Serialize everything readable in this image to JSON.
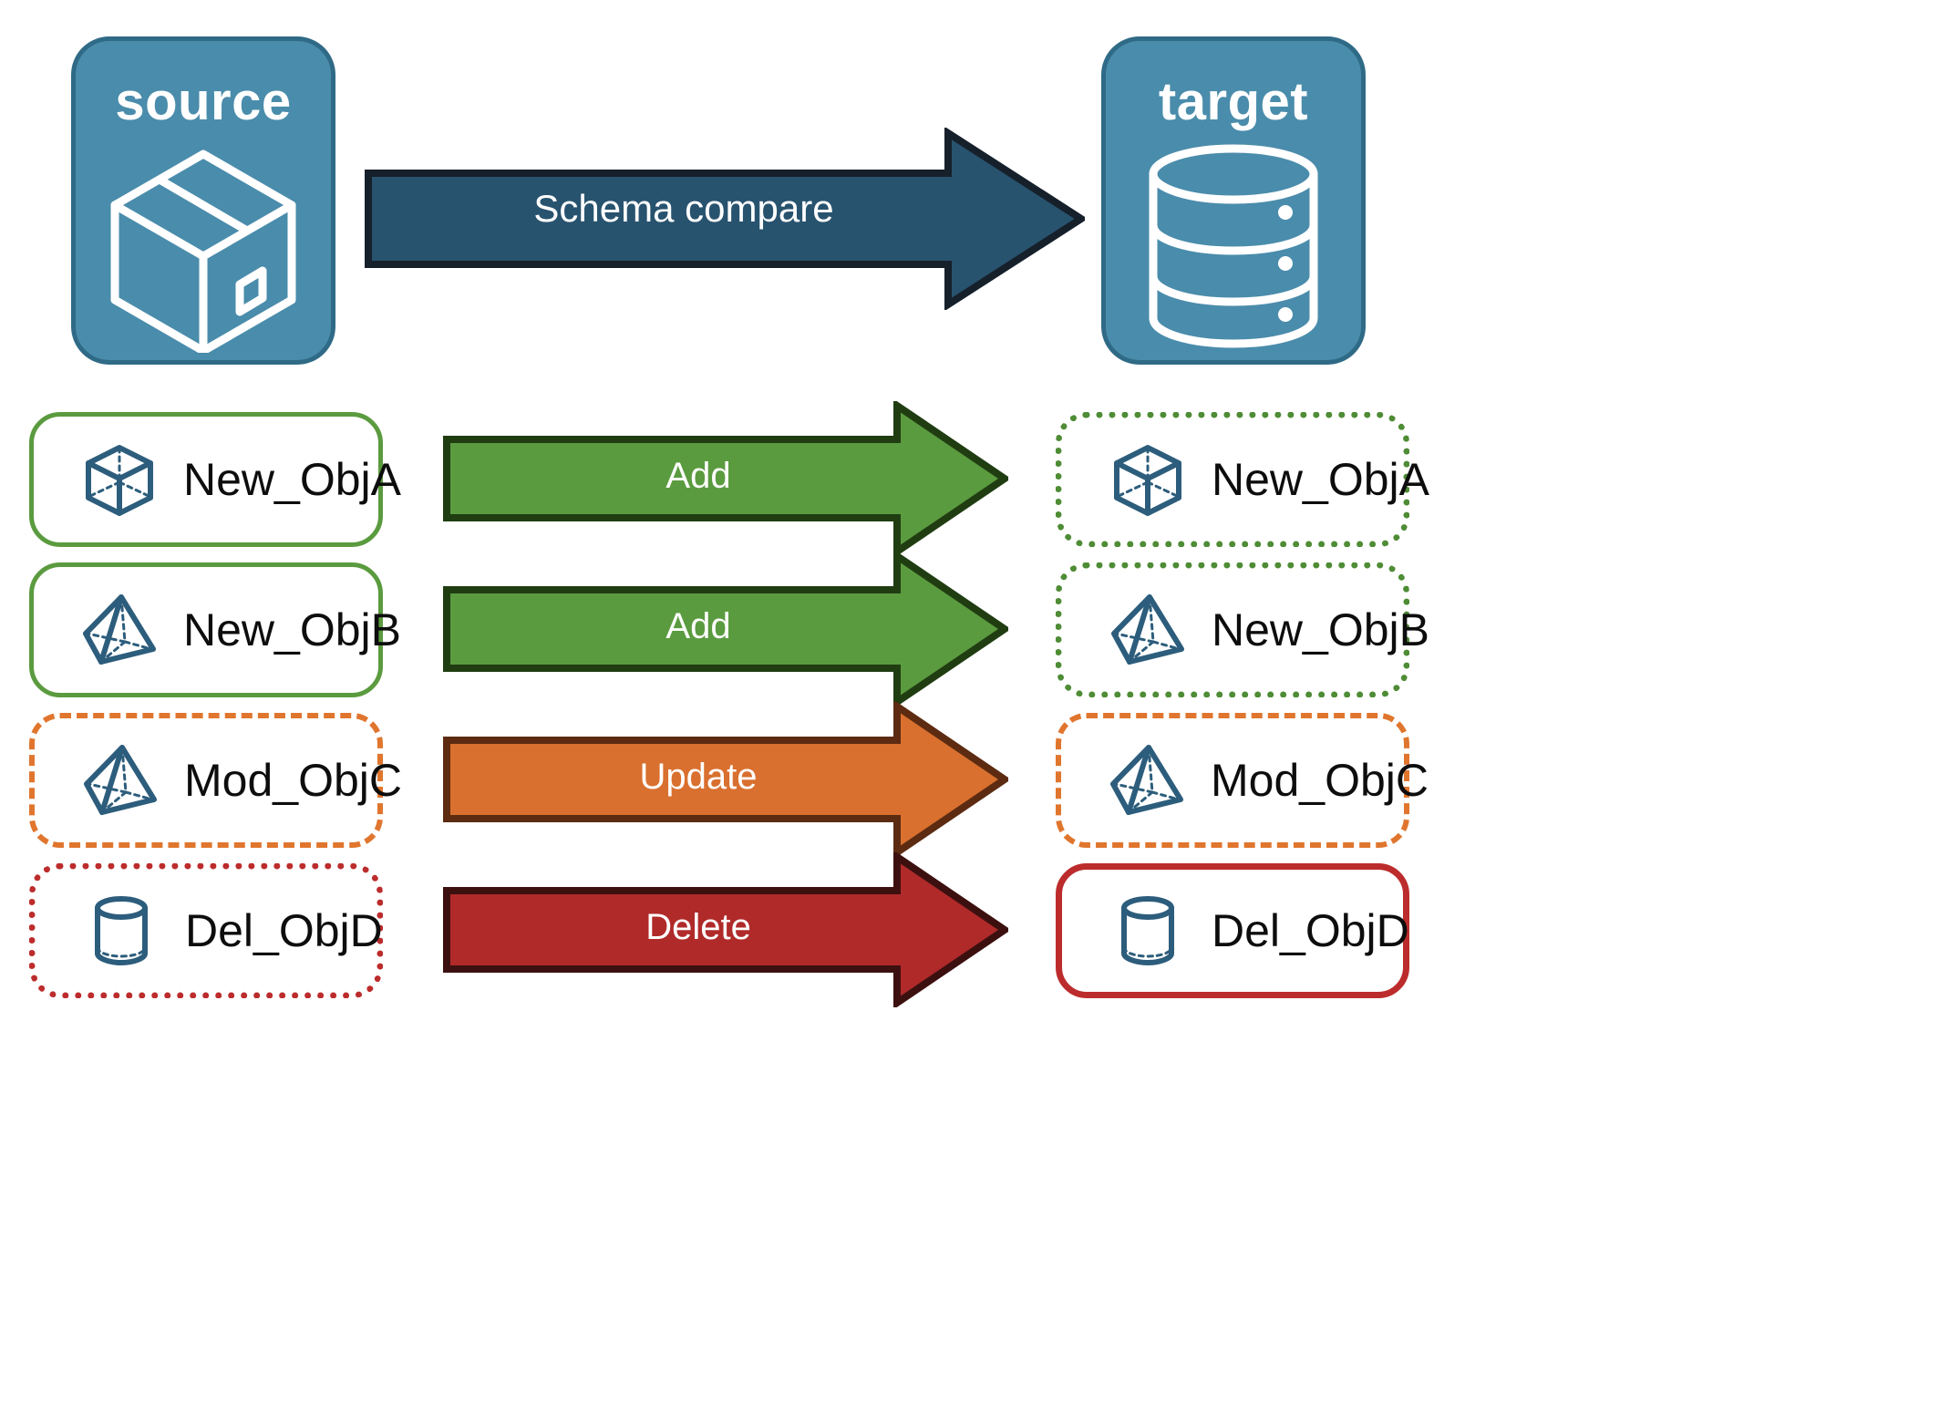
{
  "diagram": {
    "title": "Schema compare",
    "endpoints": {
      "source": {
        "label": "source",
        "icon": "package-box-icon"
      },
      "target": {
        "label": "target",
        "icon": "database-cylinder-icon"
      }
    },
    "compare_arrow": {
      "label": "Schema compare",
      "color": "#28536f",
      "outline": "#16202b"
    },
    "rows": [
      {
        "source": {
          "label": "New_ObjA",
          "icon": "cube-wireframe-icon",
          "border_style": "solid",
          "border_color": "#5b9b3f"
        },
        "action": {
          "label": "Add",
          "color": "#5b9b3f",
          "outline": "#203d12"
        },
        "target": {
          "label": "New_ObjA",
          "icon": "cube-wireframe-icon",
          "border_style": "dotted",
          "border_color": "#4e8c35"
        }
      },
      {
        "source": {
          "label": "New_ObjB",
          "icon": "pyramid-wireframe-icon",
          "border_style": "solid",
          "border_color": "#5b9b3f"
        },
        "action": {
          "label": "Add",
          "color": "#5b9b3f",
          "outline": "#203d12"
        },
        "target": {
          "label": "New_ObjB",
          "icon": "pyramid-wireframe-icon",
          "border_style": "dotted",
          "border_color": "#4e8c35"
        }
      },
      {
        "source": {
          "label": "Mod_ObjC",
          "icon": "pyramid-wireframe-icon",
          "border_style": "dashed",
          "border_color": "#e0762e"
        },
        "action": {
          "label": "Update",
          "color": "#d9702f",
          "outline": "#5c2b11"
        },
        "target": {
          "label": "Mod_ObjC",
          "icon": "pyramid-wireframe-icon",
          "border_style": "dashed",
          "border_color": "#e0762e"
        }
      },
      {
        "source": {
          "label": "Del_ObjD",
          "icon": "cylinder-wireframe-icon",
          "border_style": "dotted",
          "border_color": "#bc2c2c"
        },
        "action": {
          "label": "Delete",
          "color": "#b02a2a",
          "outline": "#3d1010"
        },
        "target": {
          "label": "Del_ObjD",
          "icon": "cylinder-wireframe-icon",
          "border_style": "solid",
          "border_color": "#bc2c2c"
        }
      }
    ],
    "colors": {
      "endpoint_fill": "#4a8cab",
      "endpoint_stroke": "#2f6a86",
      "icon_stroke": "#2d5d7c",
      "add_green": "#5b9b3f",
      "update_orange": "#d9702f",
      "delete_red": "#b02a2a",
      "compare_blue": "#28536f",
      "text_dark": "#0d0d0d",
      "text_light": "#ffffff",
      "background": "#ffffff"
    }
  }
}
